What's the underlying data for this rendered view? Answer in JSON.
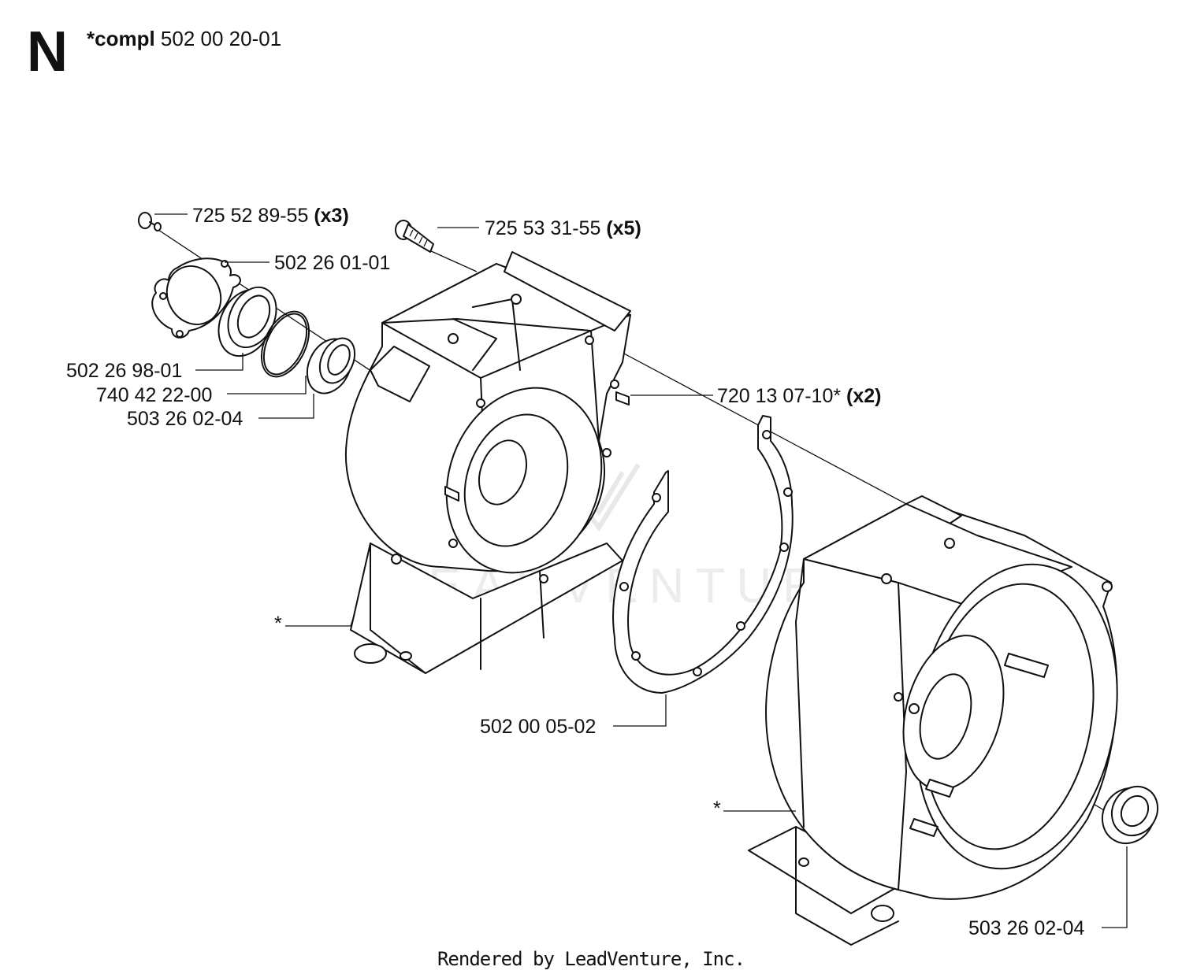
{
  "header": {
    "section_letter": "N",
    "assembly_prefix": "*compl",
    "assembly_number": "502 00 20-01"
  },
  "parts": [
    {
      "id": "p1",
      "number": "725 52 89-55",
      "qty": "(x3)"
    },
    {
      "id": "p2",
      "number": "725 53 31-55",
      "qty": "(x5)"
    },
    {
      "id": "p3",
      "number": "502 26 01-01",
      "qty": ""
    },
    {
      "id": "p4",
      "number": "502 26 98-01",
      "qty": ""
    },
    {
      "id": "p5",
      "number": "740 42 22-00",
      "qty": ""
    },
    {
      "id": "p6",
      "number": "503 26 02-04",
      "qty": ""
    },
    {
      "id": "p7",
      "number": "720 13 07-10*",
      "qty": "(x2)"
    },
    {
      "id": "p8",
      "number": "*",
      "qty": ""
    },
    {
      "id": "p9",
      "number": "502 00 05-02",
      "qty": ""
    },
    {
      "id": "p10",
      "number": "*",
      "qty": ""
    },
    {
      "id": "p11",
      "number": "503 26 02-04",
      "qty": ""
    }
  ],
  "watermark": "LEADVENTURE",
  "footer": {
    "credit": "Rendered by LeadVenture, Inc."
  }
}
